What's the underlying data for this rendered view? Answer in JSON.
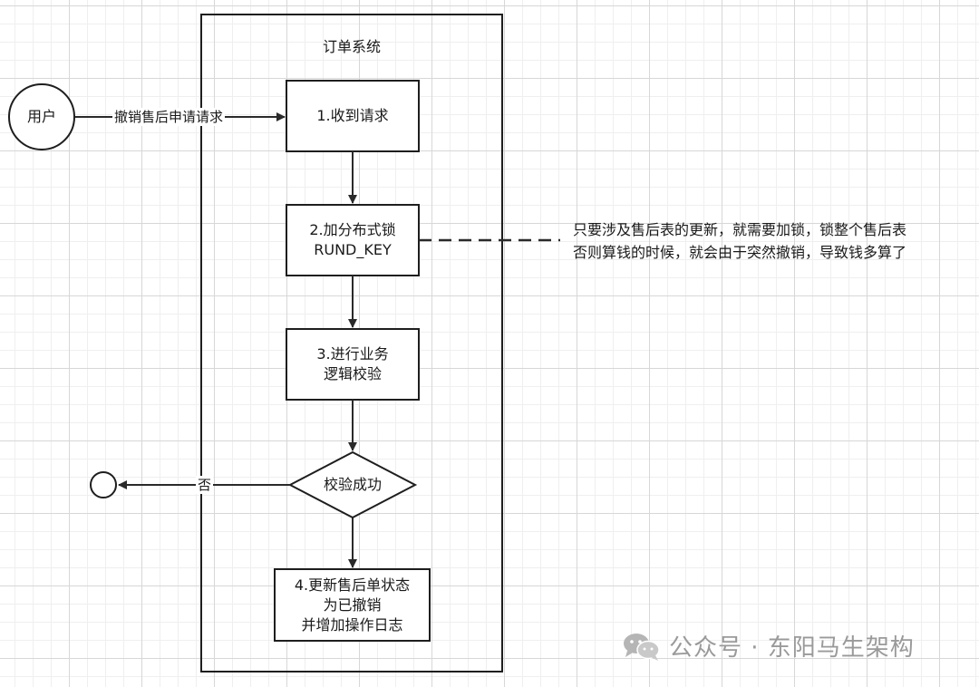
{
  "system": {
    "title": "订单系统"
  },
  "actor": {
    "label": "用户"
  },
  "edges": {
    "request_label": "撤销售后申请请求",
    "fail_label": "否"
  },
  "steps": [
    {
      "lines": [
        "1.收到请求"
      ]
    },
    {
      "lines": [
        "2.加分布式锁",
        "RUND_KEY"
      ]
    },
    {
      "lines": [
        "3.进行业务",
        "逻辑校验"
      ]
    },
    {
      "lines": [
        "4.更新售后单状态",
        "为已撤销",
        "并增加操作日志"
      ]
    }
  ],
  "decision": {
    "label": "校验成功"
  },
  "note": {
    "lines": [
      "只要涉及售后表的更新，就需要加锁，锁整个售后表",
      "否则算钱的时候，就会由于突然撤销，导致钱多算了"
    ]
  },
  "watermark": {
    "text": "公众号 · 东阳马生架构",
    "icon": "wechat-icon"
  }
}
